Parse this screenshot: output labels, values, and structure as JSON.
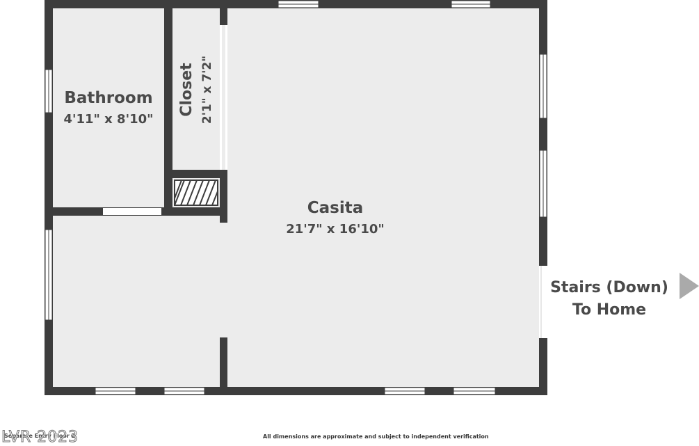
{
  "rooms": {
    "bathroom": {
      "name": "Bathroom",
      "dimensions": "4'11\" x 8'10\""
    },
    "closet": {
      "name": "Closet",
      "dimensions": "2'1\" x 7'2\""
    },
    "casita": {
      "name": "Casita",
      "dimensions": "21'7\" x 16'10\""
    }
  },
  "stairs": {
    "line1": "Stairs (Down)",
    "line2": "To Home"
  },
  "footer": {
    "floor_label": "Separate Entry Floor 2",
    "disclaimer": "All dimensions are approximate and subject to independent verification"
  },
  "watermark": "LVR 2023",
  "colors": {
    "wall": "#3d3d3d",
    "floor": "#ececec",
    "window": "#ffffff",
    "text": "#4a4a4a",
    "arrow": "#aaaaaa"
  }
}
